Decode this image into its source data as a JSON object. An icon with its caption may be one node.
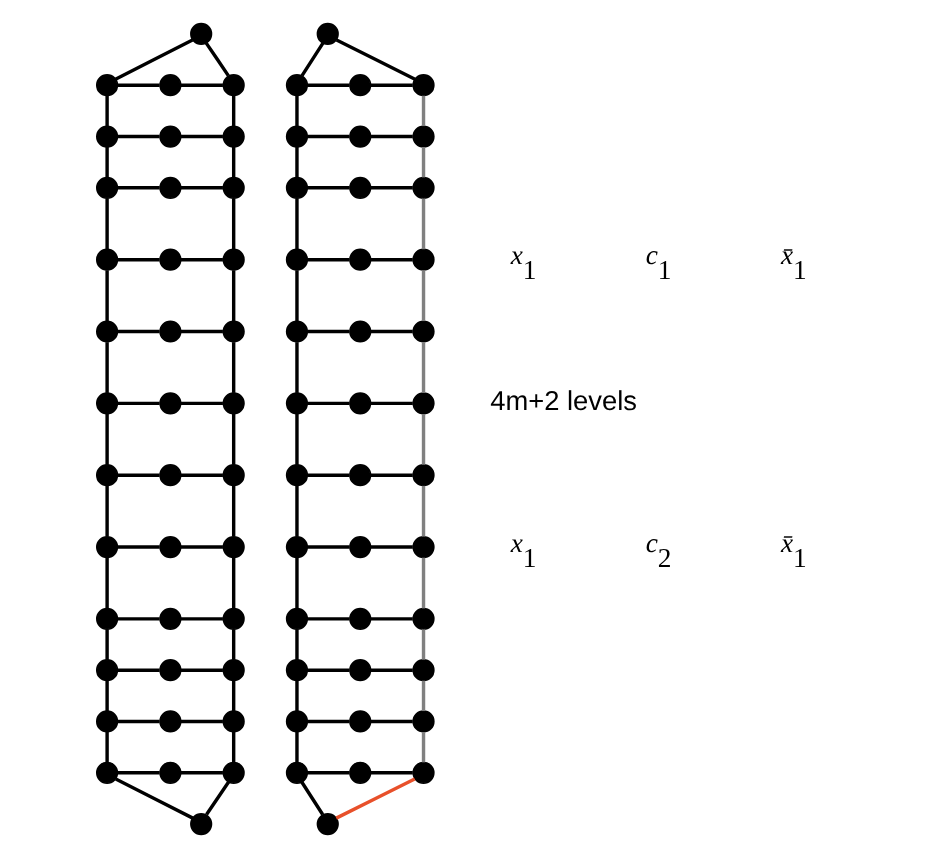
{
  "diagram": {
    "nodes": [
      {
        "text": [],
        "shape": "circle"
      },
      {
        "text": [],
        "shape": "circle"
      },
      {
        "text": [],
        "shape": "circle"
      },
      {
        "text": [],
        "shape": "circle"
      },
      {
        "text": [],
        "shape": "circle"
      },
      {
        "text": [],
        "shape": "circle"
      },
      {
        "text": [],
        "shape": "circle"
      },
      {
        "text": [],
        "shape": "circle"
      },
      {
        "text": [],
        "shape": "circle"
      },
      {
        "text": [],
        "shape": "circle"
      },
      {
        "text": [],
        "shape": "circle"
      },
      {
        "text": [],
        "shape": "circle"
      },
      {
        "text": [],
        "shape": "circle"
      },
      {
        "text": [],
        "shape": "circle"
      },
      {
        "text": [],
        "shape": "circle"
      },
      {
        "text": [],
        "shape": "circle"
      },
      {
        "text": [],
        "shape": "circle"
      },
      {
        "text": [],
        "shape": "circle"
      },
      {
        "text": [],
        "shape": "circle"
      },
      {
        "text": [],
        "shape": "circle"
      },
      {
        "text": [],
        "shape": "circle"
      },
      {
        "text": [],
        "shape": "circle"
      },
      {
        "text": [],
        "shape": "circle"
      },
      {
        "text": [],
        "shape": "circle"
      },
      {
        "text": [],
        "shape": "circle"
      },
      {
        "text": [],
        "shape": "circle"
      },
      {
        "text": [],
        "shape": "circle"
      },
      {
        "text": [],
        "shape": "circle"
      },
      {
        "text": [],
        "shape": "circle"
      },
      {
        "text": [],
        "shape": "circle"
      },
      {
        "text": [],
        "shape": "circle"
      },
      {
        "text": [],
        "shape": "circle"
      },
      {
        "text": [],
        "shape": "circle"
      },
      {
        "text": [],
        "shape": "circle"
      },
      {
        "text": [],
        "shape": "circle"
      },
      {
        "text": [],
        "shape": "circle"
      },
      {
        "text": [],
        "shape": "circle"
      },
      {
        "text": [],
        "shape": "circle"
      },
      {
        "text": [],
        "shape": "circle"
      },
      {
        "text": [],
        "shape": "circle"
      },
      {
        "text": [],
        "shape": "circle"
      },
      {
        "text": [],
        "shape": "circle"
      },
      {
        "text": [],
        "shape": "circle"
      },
      {
        "text": [],
        "shape": "circle"
      },
      {
        "text": [],
        "shape": "circle"
      },
      {
        "text": [],
        "shape": "circle"
      },
      {
        "text": [],
        "shape": "circle"
      },
      {
        "text": [],
        "shape": "circle"
      },
      {
        "text": [],
        "shape": "circle"
      },
      {
        "text": [],
        "shape": "circle"
      },
      {
        "text": [],
        "shape": "circle"
      },
      {
        "text": [],
        "shape": "circle"
      },
      {
        "text": [],
        "shape": "circle"
      },
      {
        "text": [],
        "shape": "circle"
      },
      {
        "text": [],
        "shape": "circle"
      },
      {
        "text": [],
        "shape": "circle"
      },
      {
        "text": [],
        "shape": "circle"
      },
      {
        "text": [],
        "shape": "circle"
      },
      {
        "text": [],
        "shape": "circle"
      },
      {
        "text": [],
        "shape": "circle"
      },
      {
        "text": [],
        "shape": "circle"
      },
      {
        "text": [],
        "shape": "circle"
      },
      {
        "text": [],
        "shape": "circle"
      },
      {
        "text": [],
        "shape": "circle"
      },
      {
        "text": [],
        "shape": "circle"
      },
      {
        "text": [],
        "shape": "circle"
      },
      {
        "text": [],
        "shape": "circle"
      },
      {
        "text": [],
        "shape": "circle"
      },
      {
        "text": [],
        "shape": "circle"
      },
      {
        "text": [],
        "shape": "circle"
      },
      {
        "text": [],
        "shape": "circle"
      },
      {
        "text": [],
        "shape": "circle"
      },
      {
        "text": [],
        "shape": "circle"
      },
      {
        "text": [],
        "shape": "circle"
      },
      {
        "text": [],
        "shape": "circle"
      },
      {
        "text": [],
        "shape": "circle"
      }
    ],
    "edges": [
      {
        "from": 0,
        "to": 1,
        "arrow": "none"
      },
      {
        "from": 0,
        "to": 3,
        "arrow": "none"
      },
      {
        "from": 1,
        "to": 2,
        "arrow": "none"
      },
      {
        "from": 2,
        "to": 3,
        "arrow": "none"
      },
      {
        "from": 4,
        "to": 5,
        "arrow": "none"
      },
      {
        "from": 5,
        "to": 6,
        "arrow": "none"
      },
      {
        "from": 7,
        "to": 8,
        "arrow": "none"
      },
      {
        "from": 8,
        "to": 9,
        "arrow": "none"
      },
      {
        "from": 10,
        "to": 11,
        "arrow": "none"
      },
      {
        "from": 11,
        "to": 12,
        "arrow": "none"
      },
      {
        "from": 13,
        "to": 14,
        "arrow": "none"
      },
      {
        "from": 14,
        "to": 15,
        "arrow": "none"
      },
      {
        "from": 16,
        "to": 17,
        "arrow": "none"
      },
      {
        "from": 17,
        "to": 18,
        "arrow": "none"
      },
      {
        "from": 19,
        "to": 20,
        "arrow": "none"
      },
      {
        "from": 20,
        "to": 21,
        "arrow": "none"
      },
      {
        "from": 22,
        "to": 23,
        "arrow": "none"
      },
      {
        "from": 23,
        "to": 24,
        "arrow": "none"
      },
      {
        "from": 25,
        "to": 26,
        "arrow": "none"
      },
      {
        "from": 26,
        "to": 27,
        "arrow": "none"
      },
      {
        "from": 28,
        "to": 29,
        "arrow": "none"
      },
      {
        "from": 29,
        "to": 30,
        "arrow": "none"
      },
      {
        "from": 31,
        "to": 32,
        "arrow": "none"
      },
      {
        "from": 32,
        "to": 33,
        "arrow": "none"
      },
      {
        "from": 34,
        "to": 35,
        "arrow": "none"
      },
      {
        "from": 35,
        "to": 36,
        "arrow": "none"
      },
      {
        "from": 1,
        "to": 4,
        "arrow": "none"
      },
      {
        "from": 4,
        "to": 7,
        "arrow": "none"
      },
      {
        "from": 7,
        "to": 10,
        "arrow": "none"
      },
      {
        "from": 10,
        "to": 13,
        "arrow": "none"
      },
      {
        "from": 13,
        "to": 16,
        "arrow": "none"
      },
      {
        "from": 16,
        "to": 19,
        "arrow": "none"
      },
      {
        "from": 19,
        "to": 22,
        "arrow": "none"
      },
      {
        "from": 22,
        "to": 25,
        "arrow": "none"
      },
      {
        "from": 25,
        "to": 28,
        "arrow": "none"
      },
      {
        "from": 28,
        "to": 31,
        "arrow": "none"
      },
      {
        "from": 31,
        "to": 34,
        "arrow": "none"
      },
      {
        "from": 3,
        "to": 6,
        "arrow": "none"
      },
      {
        "from": 6,
        "to": 9,
        "arrow": "none"
      },
      {
        "from": 9,
        "to": 12,
        "arrow": "none"
      },
      {
        "from": 12,
        "to": 15,
        "arrow": "none"
      },
      {
        "from": 15,
        "to": 18,
        "arrow": "none"
      },
      {
        "from": 18,
        "to": 21,
        "arrow": "none"
      },
      {
        "from": 21,
        "to": 24,
        "arrow": "none"
      },
      {
        "from": 24,
        "to": 27,
        "arrow": "none"
      },
      {
        "from": 27,
        "to": 30,
        "arrow": "none"
      },
      {
        "from": 30,
        "to": 33,
        "arrow": "none"
      },
      {
        "from": 33,
        "to": 36,
        "arrow": "none"
      },
      {
        "from": 34,
        "to": 37,
        "arrow": "none"
      },
      {
        "from": 36,
        "to": 37,
        "arrow": "none"
      },
      {
        "from": 38,
        "to": 39,
        "arrow": "none"
      },
      {
        "from": 38,
        "to": 41,
        "arrow": "none"
      },
      {
        "from": 39,
        "to": 40,
        "arrow": "none"
      },
      {
        "from": 40,
        "to": 41,
        "arrow": "none"
      },
      {
        "from": 42,
        "to": 43,
        "arrow": "none"
      },
      {
        "from": 43,
        "to": 44,
        "arrow": "none"
      },
      {
        "from": 45,
        "to": 46,
        "arrow": "none"
      },
      {
        "from": 46,
        "to": 47,
        "arrow": "none"
      },
      {
        "from": 48,
        "to": 49,
        "arrow": "none"
      },
      {
        "from": 49,
        "to": 50,
        "arrow": "none"
      },
      {
        "from": 51,
        "to": 52,
        "arrow": "none"
      },
      {
        "from": 52,
        "to": 53,
        "arrow": "none"
      },
      {
        "from": 54,
        "to": 55,
        "arrow": "none"
      },
      {
        "from": 55,
        "to": 56,
        "arrow": "none"
      },
      {
        "from": 57,
        "to": 58,
        "arrow": "none"
      },
      {
        "from": 58,
        "to": 59,
        "arrow": "none"
      },
      {
        "from": 60,
        "to": 61,
        "arrow": "none"
      },
      {
        "from": 61,
        "to": 62,
        "arrow": "none"
      },
      {
        "from": 63,
        "to": 64,
        "arrow": "none"
      },
      {
        "from": 64,
        "to": 65,
        "arrow": "none"
      },
      {
        "from": 66,
        "to": 67,
        "arrow": "none"
      },
      {
        "from": 67,
        "to": 68,
        "arrow": "none"
      },
      {
        "from": 69,
        "to": 70,
        "arrow": "none"
      },
      {
        "from": 70,
        "to": 71,
        "arrow": "none"
      },
      {
        "from": 72,
        "to": 73,
        "arrow": "none"
      },
      {
        "from": 73,
        "to": 74,
        "arrow": "none"
      },
      {
        "from": 39,
        "to": 42,
        "arrow": "none"
      },
      {
        "from": 42,
        "to": 45,
        "arrow": "none"
      },
      {
        "from": 45,
        "to": 48,
        "arrow": "none"
      },
      {
        "from": 48,
        "to": 51,
        "arrow": "none"
      },
      {
        "from": 51,
        "to": 54,
        "arrow": "none"
      },
      {
        "from": 54,
        "to": 57,
        "arrow": "none"
      },
      {
        "from": 57,
        "to": 60,
        "arrow": "none"
      },
      {
        "from": 60,
        "to": 63,
        "arrow": "none"
      },
      {
        "from": 63,
        "to": 66,
        "arrow": "none"
      },
      {
        "from": 66,
        "to": 69,
        "arrow": "none"
      },
      {
        "from": 69,
        "to": 72,
        "arrow": "none"
      },
      {
        "from": 41,
        "to": 44,
        "arrow": "none",
        "color": "#808080"
      },
      {
        "from": 44,
        "to": 47,
        "arrow": "none",
        "color": "#808080"
      },
      {
        "from": 47,
        "to": 50,
        "arrow": "none",
        "color": "#808080"
      },
      {
        "from": 50,
        "to": 53,
        "arrow": "none",
        "color": "#808080"
      },
      {
        "from": 53,
        "to": 56,
        "arrow": "none",
        "color": "#808080"
      },
      {
        "from": 56,
        "to": 59,
        "arrow": "none",
        "color": "#808080"
      },
      {
        "from": 59,
        "to": 62,
        "arrow": "none",
        "color": "#808080"
      },
      {
        "from": 62,
        "to": 65,
        "arrow": "none",
        "color": "#808080"
      },
      {
        "from": 65,
        "to": 68,
        "arrow": "none",
        "color": "#808080"
      },
      {
        "from": 68,
        "to": 71,
        "arrow": "none",
        "color": "#808080"
      },
      {
        "from": 71,
        "to": 74,
        "arrow": "none",
        "color": "#808080"
      },
      {
        "from": 72,
        "to": 75,
        "arrow": "none"
      },
      {
        "from": 74,
        "to": 75,
        "arrow": "none",
        "color": "#e8502a"
      }
    ],
    "labels": [
      "*x*$_{1}$",
      "*c*$_{1}$",
      "*x̄*$_{1}$",
      "4m+2 levels",
      "*x*$_{1}$",
      "*c*$_{2}$",
      "*x̄*$_{1}$"
    ]
  }
}
